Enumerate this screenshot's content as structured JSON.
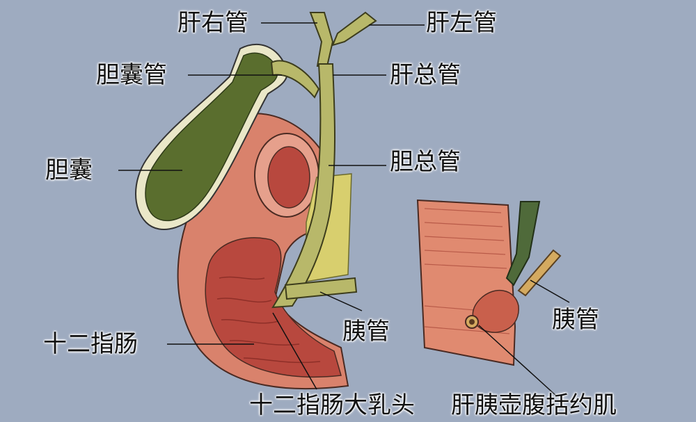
{
  "labels": {
    "right_hepatic_duct": "肝右管",
    "left_hepatic_duct": "肝左管",
    "cystic_duct": "胆囊管",
    "common_hepatic_duct": "肝总管",
    "gallbladder": "胆囊",
    "common_bile_duct": "胆总管",
    "pancreatic_duct": "胰管",
    "duodenum": "十二指肠",
    "major_duodenal_papilla": "十二指肠大乳头",
    "pancreatic_duct_detail": "胰管",
    "sphincter_of_oddi": "肝胰壶腹括约肌"
  },
  "colors": {
    "background": "#9eabc0",
    "bile_duct": "#b8b86a",
    "gallbladder": "#5a6e2e",
    "duodenum": "#d9826c",
    "duodenum_inner": "#b8483e",
    "pancreas_tissue": "#d8cf6e",
    "leader_line": "#111111"
  }
}
